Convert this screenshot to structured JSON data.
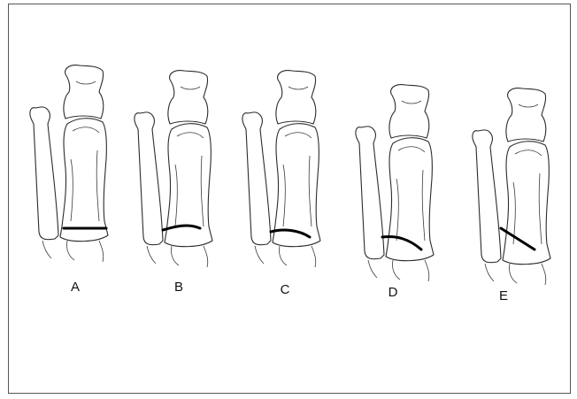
{
  "panels": [
    {
      "label": "A"
    },
    {
      "label": "B"
    },
    {
      "label": "C"
    },
    {
      "label": "D"
    },
    {
      "label": "E"
    }
  ],
  "colors": {
    "line": "#2b2b2b",
    "osteotomy": "#000000",
    "frame": "#555555"
  }
}
